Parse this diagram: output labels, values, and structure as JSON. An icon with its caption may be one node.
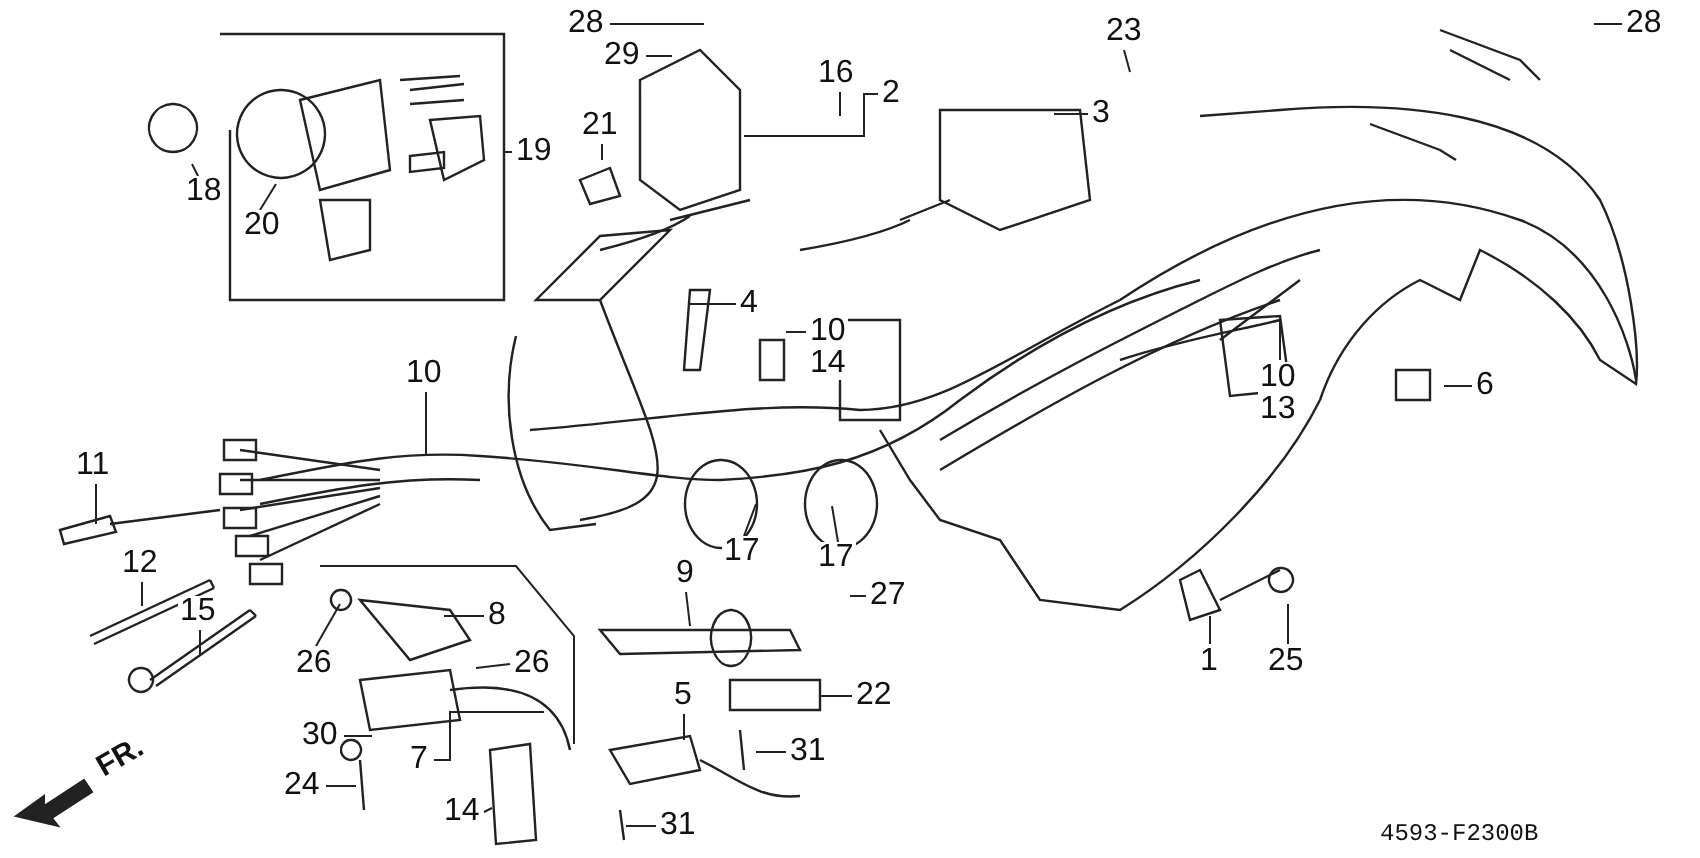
{
  "diagram": {
    "nodes": [
      {
        "text": [
          "28"
        ]
      },
      {
        "text": [
          "29"
        ]
      },
      {
        "text": [
          "16"
        ]
      },
      {
        "text": [
          "2"
        ]
      },
      {
        "text": [
          "28"
        ]
      },
      {
        "text": [
          "23"
        ]
      },
      {
        "text": [
          "3"
        ]
      },
      {
        "text": [
          "21"
        ]
      },
      {
        "text": [
          "18"
        ]
      },
      {
        "text": [
          "20"
        ]
      },
      {
        "text": [
          "19"
        ]
      },
      {
        "text": [
          "4"
        ]
      },
      {
        "text": [
          "10",
          "14"
        ]
      },
      {
        "text": [
          "10"
        ]
      },
      {
        "text": [
          "10",
          "13"
        ]
      },
      {
        "text": [
          "6"
        ]
      },
      {
        "text": [
          "11"
        ]
      },
      {
        "text": [
          "12"
        ]
      },
      {
        "text": [
          "15"
        ]
      },
      {
        "text": [
          "17"
        ]
      },
      {
        "text": [
          "17"
        ]
      },
      {
        "text": [
          "9"
        ]
      },
      {
        "text": [
          "27"
        ]
      },
      {
        "text": [
          "8"
        ]
      },
      {
        "text": [
          "26"
        ]
      },
      {
        "text": [
          "26"
        ]
      },
      {
        "text": [
          "5"
        ]
      },
      {
        "text": [
          "22"
        ]
      },
      {
        "text": [
          "1"
        ]
      },
      {
        "text": [
          "25"
        ]
      },
      {
        "text": [
          "30"
        ]
      },
      {
        "text": [
          "31"
        ]
      },
      {
        "text": [
          "7"
        ]
      },
      {
        "text": [
          "24"
        ]
      },
      {
        "text": [
          "14"
        ]
      },
      {
        "text": [
          "31"
        ]
      }
    ],
    "edges": [
      {
        "from": 0,
        "to": null,
        "arrow": "none"
      },
      {
        "from": 1,
        "to": null,
        "arrow": "none"
      },
      {
        "from": 2,
        "to": null,
        "arrow": "none"
      },
      {
        "from": 3,
        "to": null,
        "arrow": "none"
      },
      {
        "from": 4,
        "to": null,
        "arrow": "none"
      },
      {
        "from": 5,
        "to": null,
        "arrow": "none"
      },
      {
        "from": 6,
        "to": null,
        "arrow": "none"
      },
      {
        "from": 7,
        "to": null,
        "arrow": "none"
      },
      {
        "from": 8,
        "to": null,
        "arrow": "none"
      },
      {
        "from": 9,
        "to": null,
        "arrow": "none"
      },
      {
        "from": 10,
        "to": null,
        "arrow": "none"
      },
      {
        "from": 11,
        "to": null,
        "arrow": "none"
      },
      {
        "from": 12,
        "to": null,
        "arrow": "none"
      },
      {
        "from": 13,
        "to": null,
        "arrow": "none"
      },
      {
        "from": 14,
        "to": null,
        "arrow": "none"
      },
      {
        "from": 15,
        "to": null,
        "arrow": "none"
      },
      {
        "from": 16,
        "to": null,
        "arrow": "none"
      },
      {
        "from": 17,
        "to": null,
        "arrow": "none"
      },
      {
        "from": 18,
        "to": null,
        "arrow": "none"
      },
      {
        "from": 19,
        "to": null,
        "arrow": "none"
      },
      {
        "from": 20,
        "to": null,
        "arrow": "none"
      },
      {
        "from": 21,
        "to": null,
        "arrow": "none"
      },
      {
        "from": 22,
        "to": null,
        "arrow": "none"
      },
      {
        "from": 23,
        "to": null,
        "arrow": "none"
      },
      {
        "from": 24,
        "to": null,
        "arrow": "none"
      },
      {
        "from": 25,
        "to": null,
        "arrow": "none"
      },
      {
        "from": 26,
        "to": null,
        "arrow": "none"
      },
      {
        "from": 27,
        "to": null,
        "arrow": "none"
      },
      {
        "from": 28,
        "to": null,
        "arrow": "none"
      },
      {
        "from": 29,
        "to": null,
        "arrow": "none"
      },
      {
        "from": 30,
        "to": null,
        "arrow": "none"
      },
      {
        "from": 31,
        "to": null,
        "arrow": "none"
      },
      {
        "from": 32,
        "to": null,
        "arrow": "none"
      },
      {
        "from": 33,
        "to": null,
        "arrow": "none"
      },
      {
        "from": 34,
        "to": null,
        "arrow": "none"
      },
      {
        "from": 35,
        "to": null,
        "arrow": "none"
      }
    ],
    "labels": [
      "FR.",
      "4593-F2300B"
    ]
  }
}
